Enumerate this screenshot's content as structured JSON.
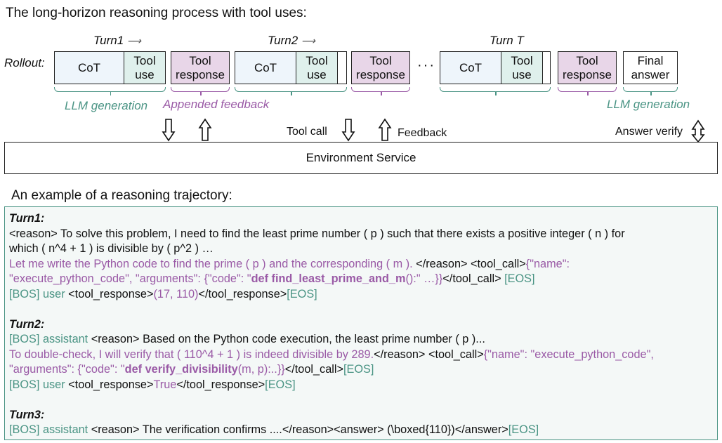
{
  "title": "The long-horizon reasoning process with tool uses:",
  "rollout_label": "Rollout:",
  "turns": [
    {
      "header": "Turn1",
      "cot": "CoT",
      "tool_use": "Tool use",
      "tool_response": "Tool response"
    },
    {
      "header": "Turn2",
      "cot": "CoT",
      "tool_use": "Tool use",
      "tool_response": "Tool response"
    },
    {
      "header": "Turn T",
      "cot": "CoT",
      "tool_use": "Tool use",
      "tool_response": "Tool response"
    }
  ],
  "ellipsis": "···",
  "final_answer": "Final answer",
  "labels": {
    "llm_generation_1": "LLM generation",
    "appended_feedback": "Appended feedback",
    "llm_generation_2": "LLM generation",
    "tool_call": "Tool call",
    "feedback": "Feedback",
    "answer_verify": "Answer verify"
  },
  "environment": "Environment Service",
  "example_title": "An example of a reasoning trajectory:",
  "trajectory": {
    "turn1_header": "Turn1:",
    "t1_l1": "<reason> To solve this problem, I need to find the least prime number ( p ) such that there exists a positive integer ( n ) for",
    "t1_l2": "which ( n^4 + 1 ) is divisible by ( p^2 ) …",
    "t1_l3_purple": "Let me write the Python code to find the prime ( p ) and the corresponding ( m ).",
    "t1_l3_black": " </reason> <tool_call>",
    "t1_l3_purple2": "{\"name\":",
    "t1_l4_purple": "\"execute_python_code\", \"arguments\": {\"code\": \"",
    "t1_l4_bold": "def find_least_prime_and_m",
    "t1_l4_purple2": "():\" …}}",
    "t1_l4_black": "</tool_call> ",
    "t1_l4_eos": "[EOS]",
    "t1_l5_bos": "[BOS] user",
    "t1_l5_black": " <tool_response>",
    "t1_l5_purple": "(17, 110)",
    "t1_l5_black2": "</tool_response>",
    "t1_l5_eos": "[EOS]",
    "turn2_header": "Turn2:",
    "t2_l1_bos": "[BOS] assistant",
    "t2_l1_black": " <reason> Based on the Python code execution, the least prime number ( p )...",
    "t2_l2_purple": "To double-check, I will verify that ( 110^4 + 1 ) is indeed divisible by 289.",
    "t2_l2_black": "</reason> <tool_call>",
    "t2_l2_purple2": "{\"name\": \"execute_python_code\",",
    "t2_l3_purple": "\"arguments\": {\"code\": \"",
    "t2_l3_bold": "def verify_divisibility",
    "t2_l3_purple2": "(m, p):..}}",
    "t2_l3_black": "</tool_call>",
    "t2_l3_eos": "[EOS]",
    "t2_l4_bos": "[BOS] user",
    "t2_l4_black": " <tool_response>",
    "t2_l4_purple": "True",
    "t2_l4_black2": "</tool_response>",
    "t2_l4_eos": "[EOS]",
    "turn3_header": "Turn3:",
    "t3_l1_bos": "[BOS] assistant",
    "t3_l1_black": " <reason> The verification confirms ....</reason><answer> (\\boxed{110})</answer>",
    "t3_l1_eos": "[EOS]"
  }
}
